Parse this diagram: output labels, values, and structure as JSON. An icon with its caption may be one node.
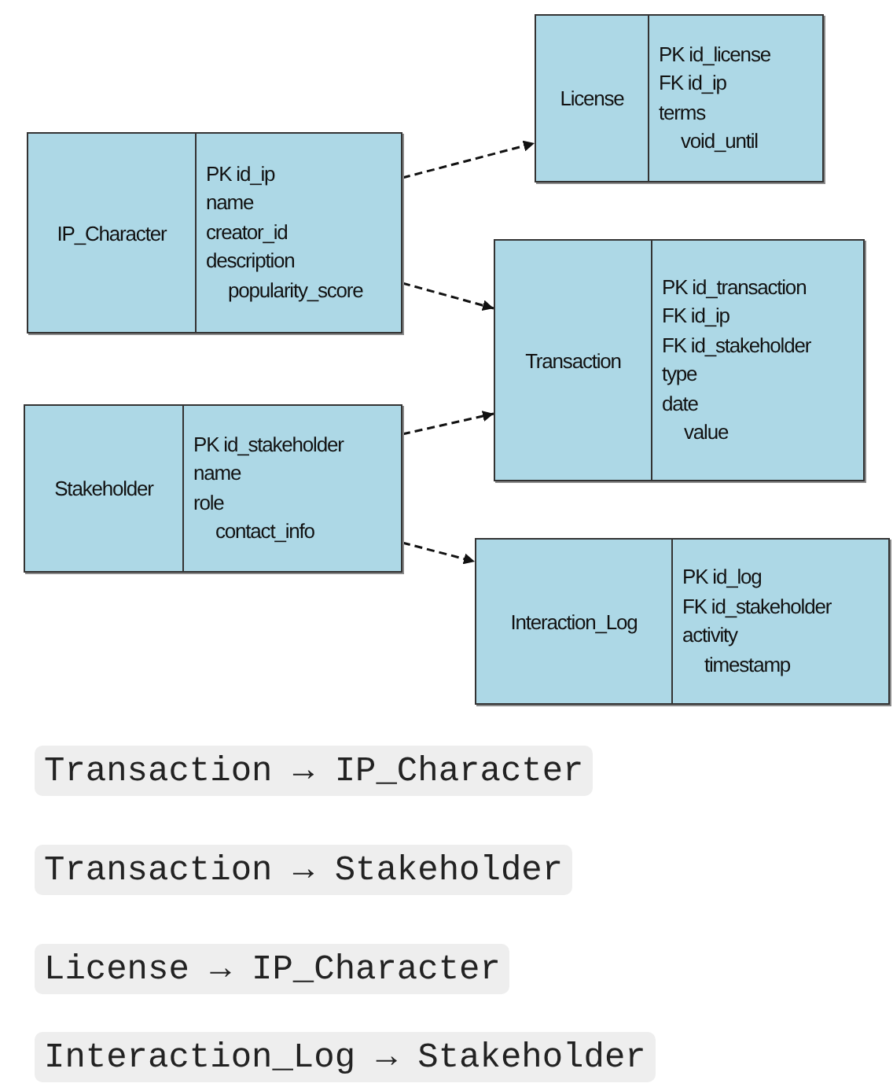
{
  "diagram": {
    "nodes": [
      {
        "text": [
          "License",
          "PK id_license",
          "FK id_ip",
          "terms",
          "void_until"
        ]
      },
      {
        "text": [
          "IP_Character",
          "PK id_ip",
          "name",
          "creator_id",
          "description",
          "popularity_score"
        ]
      },
      {
        "text": [
          "Transaction",
          "PK id_transaction",
          "FK id_ip",
          "FK id_stakeholder",
          "type",
          "date",
          "value"
        ]
      },
      {
        "text": [
          "Stakeholder",
          "PK id_stakeholder",
          "name",
          "role",
          "contact_info"
        ]
      },
      {
        "text": [
          "Interaction_Log",
          "PK id_log",
          "FK id_stakeholder",
          "activity",
          "timestamp"
        ]
      }
    ],
    "edges": [
      {
        "from": 1,
        "to": 0,
        "arrow": "to",
        "style": "dashed"
      },
      {
        "from": 1,
        "to": 2,
        "arrow": "to",
        "style": "dashed"
      },
      {
        "from": 3,
        "to": 2,
        "arrow": "to",
        "style": "dashed"
      },
      {
        "from": 3,
        "to": 4,
        "arrow": "to",
        "style": "dashed"
      }
    ],
    "labels": [
      "Transaction → IP_Character",
      "Transaction → Stakeholder",
      "License → IP_Character",
      "Interaction_Log → Stakeholder"
    ]
  }
}
